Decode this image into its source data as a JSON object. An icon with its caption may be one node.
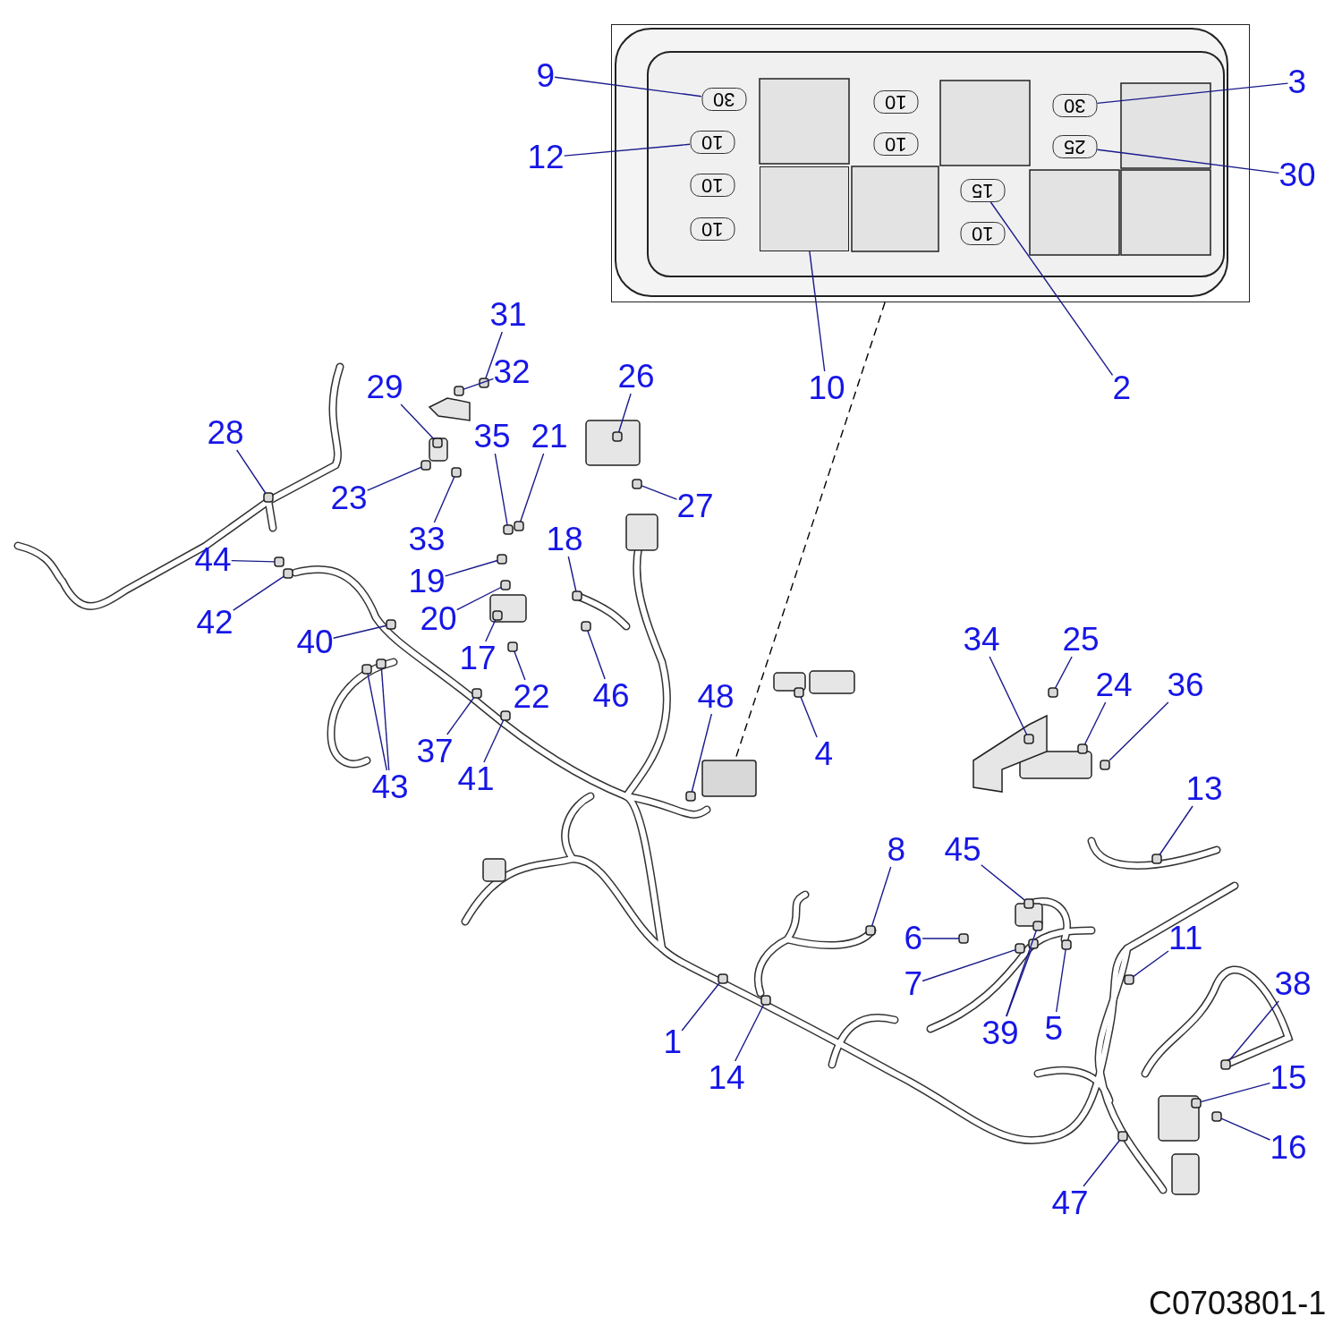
{
  "diagram": {
    "nodes": [
      {
        "text": [],
        "shape": "picture"
      },
      {
        "text": [
          "9"
        ]
      },
      {
        "text": [
          "3"
        ]
      },
      {
        "text": [
          "12"
        ]
      },
      {
        "text": [
          "30"
        ]
      },
      {
        "text": [
          "31"
        ]
      },
      {
        "text": [
          "32"
        ]
      },
      {
        "text": [
          "26"
        ]
      },
      {
        "text": [
          "10"
        ]
      },
      {
        "text": [
          "2"
        ]
      },
      {
        "text": [
          "29"
        ]
      },
      {
        "text": [
          "28"
        ]
      },
      {
        "text": [
          "35"
        ]
      },
      {
        "text": [
          "21"
        ]
      },
      {
        "text": [
          "23"
        ]
      },
      {
        "text": [
          "27"
        ]
      },
      {
        "text": [
          "33"
        ]
      },
      {
        "text": [
          "18"
        ]
      },
      {
        "text": [
          "44"
        ]
      },
      {
        "text": [
          "19"
        ]
      },
      {
        "text": [
          "42"
        ]
      },
      {
        "text": [
          "20"
        ]
      },
      {
        "text": [
          "40"
        ]
      },
      {
        "text": [
          "34"
        ]
      },
      {
        "text": [
          "25"
        ]
      },
      {
        "text": [
          "17"
        ]
      },
      {
        "text": [
          "24"
        ]
      },
      {
        "text": [
          "36"
        ]
      },
      {
        "text": [
          "22"
        ]
      },
      {
        "text": [
          "46"
        ]
      },
      {
        "text": [
          "48"
        ]
      },
      {
        "text": [
          "37"
        ]
      },
      {
        "text": [
          "4"
        ]
      },
      {
        "text": [
          "43"
        ]
      },
      {
        "text": [
          "41"
        ]
      },
      {
        "text": [
          "13"
        ]
      },
      {
        "text": [
          "8"
        ]
      },
      {
        "text": [
          "45"
        ]
      },
      {
        "text": [
          "6"
        ]
      },
      {
        "text": [
          "11"
        ]
      },
      {
        "text": [
          "7"
        ]
      },
      {
        "text": [
          "38"
        ]
      },
      {
        "text": [
          "39"
        ]
      },
      {
        "text": [
          "5"
        ]
      },
      {
        "text": [
          "1"
        ]
      },
      {
        "text": [
          "15"
        ]
      },
      {
        "text": [
          "14"
        ]
      },
      {
        "text": [
          "16"
        ]
      },
      {
        "text": [
          "47"
        ]
      },
      {
        "text": [],
        "shape": "box"
      },
      {
        "text": [],
        "shape": "box"
      },
      {
        "text": [],
        "shape": "box"
      },
      {
        "text": [],
        "shape": "box"
      },
      {
        "text": [],
        "shape": "box"
      },
      {
        "text": [],
        "shape": "box"
      },
      {
        "text": [],
        "shape": "box"
      },
      {
        "text": [],
        "shape": "box"
      },
      {
        "text": [],
        "shape": "box"
      },
      {
        "text": [],
        "shape": "box"
      },
      {
        "text": [],
        "shape": "box"
      },
      {
        "text": [],
        "shape": "box"
      },
      {
        "text": [],
        "shape": "box"
      },
      {
        "text": [],
        "shape": "box"
      },
      {
        "text": [],
        "shape": "box"
      },
      {
        "text": [],
        "shape": "box"
      },
      {
        "text": [],
        "shape": "box"
      },
      {
        "text": [],
        "shape": "box"
      },
      {
        "text": [],
        "shape": "box"
      },
      {
        "text": [],
        "shape": "box"
      },
      {
        "text": [],
        "shape": "box"
      },
      {
        "text": [],
        "shape": "box"
      },
      {
        "text": [],
        "shape": "box"
      },
      {
        "text": [],
        "shape": "box"
      },
      {
        "text": [],
        "shape": "box"
      },
      {
        "text": [],
        "shape": "box"
      },
      {
        "text": [],
        "shape": "box"
      },
      {
        "text": [],
        "shape": "box"
      },
      {
        "text": [],
        "shape": "box"
      },
      {
        "text": [],
        "shape": "box"
      },
      {
        "text": [],
        "shape": "box"
      },
      {
        "text": [],
        "shape": "box"
      },
      {
        "text": [],
        "shape": "box"
      },
      {
        "text": [],
        "shape": "box"
      },
      {
        "text": [],
        "shape": "box"
      },
      {
        "text": [],
        "shape": "box"
      },
      {
        "text": [],
        "shape": "box"
      },
      {
        "text": [],
        "shape": "box"
      },
      {
        "text": [],
        "shape": "box"
      },
      {
        "text": [],
        "shape": "box"
      },
      {
        "text": [],
        "shape": "box"
      },
      {
        "text": [],
        "shape": "box"
      },
      {
        "text": [],
        "shape": "box"
      },
      {
        "text": [],
        "shape": "box"
      },
      {
        "text": [],
        "shape": "box"
      },
      {
        "text": [
          "30"
        ],
        "in": 0
      },
      {
        "text": [
          "10"
        ],
        "in": 0
      },
      {
        "text": [
          "30"
        ],
        "in": 0
      },
      {
        "text": [
          "10"
        ],
        "in": 0
      },
      {
        "text": [
          "10"
        ],
        "in": 0
      },
      {
        "text": [
          "25"
        ],
        "in": 0
      },
      {
        "text": [
          "10"
        ],
        "in": 0
      },
      {
        "text": [
          "15"
        ],
        "in": 0
      },
      {
        "text": [
          "10"
        ],
        "in": 0
      },
      {
        "text": [
          "10"
        ],
        "in": 0
      },
      {
        "text": [],
        "shape": "box",
        "in": 0
      }
    ],
    "edges": [
      {
        "from": 0,
        "to": 49,
        "arrow": "none",
        "style": "dashed",
        "color": "#000000"
      },
      {
        "from": 1,
        "to": 94,
        "arrow": "none"
      },
      {
        "from": 2,
        "to": 96,
        "arrow": "none"
      },
      {
        "from": 3,
        "to": 97,
        "arrow": "none"
      },
      {
        "from": 4,
        "to": 99,
        "arrow": "none"
      },
      {
        "from": 5,
        "to": 50,
        "arrow": "none"
      },
      {
        "from": 6,
        "to": 51,
        "arrow": "none"
      },
      {
        "from": 7,
        "to": 52,
        "arrow": "none"
      },
      {
        "from": 8,
        "to": 104,
        "arrow": "none"
      },
      {
        "from": 9,
        "to": 101,
        "arrow": "none"
      },
      {
        "from": 10,
        "to": 53,
        "arrow": "none"
      },
      {
        "from": 11,
        "to": 54,
        "arrow": "none"
      },
      {
        "from": 12,
        "to": 55,
        "arrow": "none"
      },
      {
        "from": 13,
        "to": 56,
        "arrow": "none"
      },
      {
        "from": 14,
        "to": 57,
        "arrow": "none"
      },
      {
        "from": 15,
        "to": 58,
        "arrow": "none"
      },
      {
        "from": 16,
        "to": 59,
        "arrow": "none"
      },
      {
        "from": 17,
        "to": 60,
        "arrow": "none"
      },
      {
        "from": 18,
        "to": 61,
        "arrow": "none"
      },
      {
        "from": 19,
        "to": 62,
        "arrow": "none"
      },
      {
        "from": 20,
        "to": 63,
        "arrow": "none"
      },
      {
        "from": 21,
        "to": 64,
        "arrow": "none"
      },
      {
        "from": 22,
        "to": 65,
        "arrow": "none"
      },
      {
        "from": 23,
        "to": 66,
        "arrow": "none"
      },
      {
        "from": 24,
        "to": 67,
        "arrow": "none"
      },
      {
        "from": 25,
        "to": 68,
        "arrow": "none"
      },
      {
        "from": 26,
        "to": 69,
        "arrow": "none"
      },
      {
        "from": 27,
        "to": 70,
        "arrow": "none"
      },
      {
        "from": 28,
        "to": 71,
        "arrow": "none"
      },
      {
        "from": 29,
        "to": 72,
        "arrow": "none"
      },
      {
        "from": 30,
        "to": 73,
        "arrow": "none"
      },
      {
        "from": 31,
        "to": 74,
        "arrow": "none"
      },
      {
        "from": 32,
        "to": 75,
        "arrow": "none"
      },
      {
        "from": 33,
        "to": 76,
        "arrow": "none"
      },
      {
        "from": 33,
        "to": 77,
        "arrow": "none"
      },
      {
        "from": 34,
        "to": 78,
        "arrow": "none"
      },
      {
        "from": 35,
        "to": 79,
        "arrow": "none"
      },
      {
        "from": 36,
        "to": 80,
        "arrow": "none"
      },
      {
        "from": 37,
        "to": 81,
        "arrow": "none"
      },
      {
        "from": 38,
        "to": 82,
        "arrow": "none"
      },
      {
        "from": 39,
        "to": 83,
        "arrow": "none"
      },
      {
        "from": 40,
        "to": 84,
        "arrow": "none"
      },
      {
        "from": 41,
        "to": 85,
        "arrow": "none"
      },
      {
        "from": 42,
        "to": 86,
        "arrow": "none"
      },
      {
        "from": 42,
        "to": 87,
        "arrow": "none"
      },
      {
        "from": 43,
        "to": 88,
        "arrow": "none"
      },
      {
        "from": 44,
        "to": 89,
        "arrow": "none"
      },
      {
        "from": 45,
        "to": 90,
        "arrow": "none"
      },
      {
        "from": 46,
        "to": 91,
        "arrow": "none"
      },
      {
        "from": 47,
        "to": 92,
        "arrow": "none"
      },
      {
        "from": 48,
        "to": 93,
        "arrow": "none"
      }
    ],
    "labels": [
      "C0703801-1"
    ]
  }
}
